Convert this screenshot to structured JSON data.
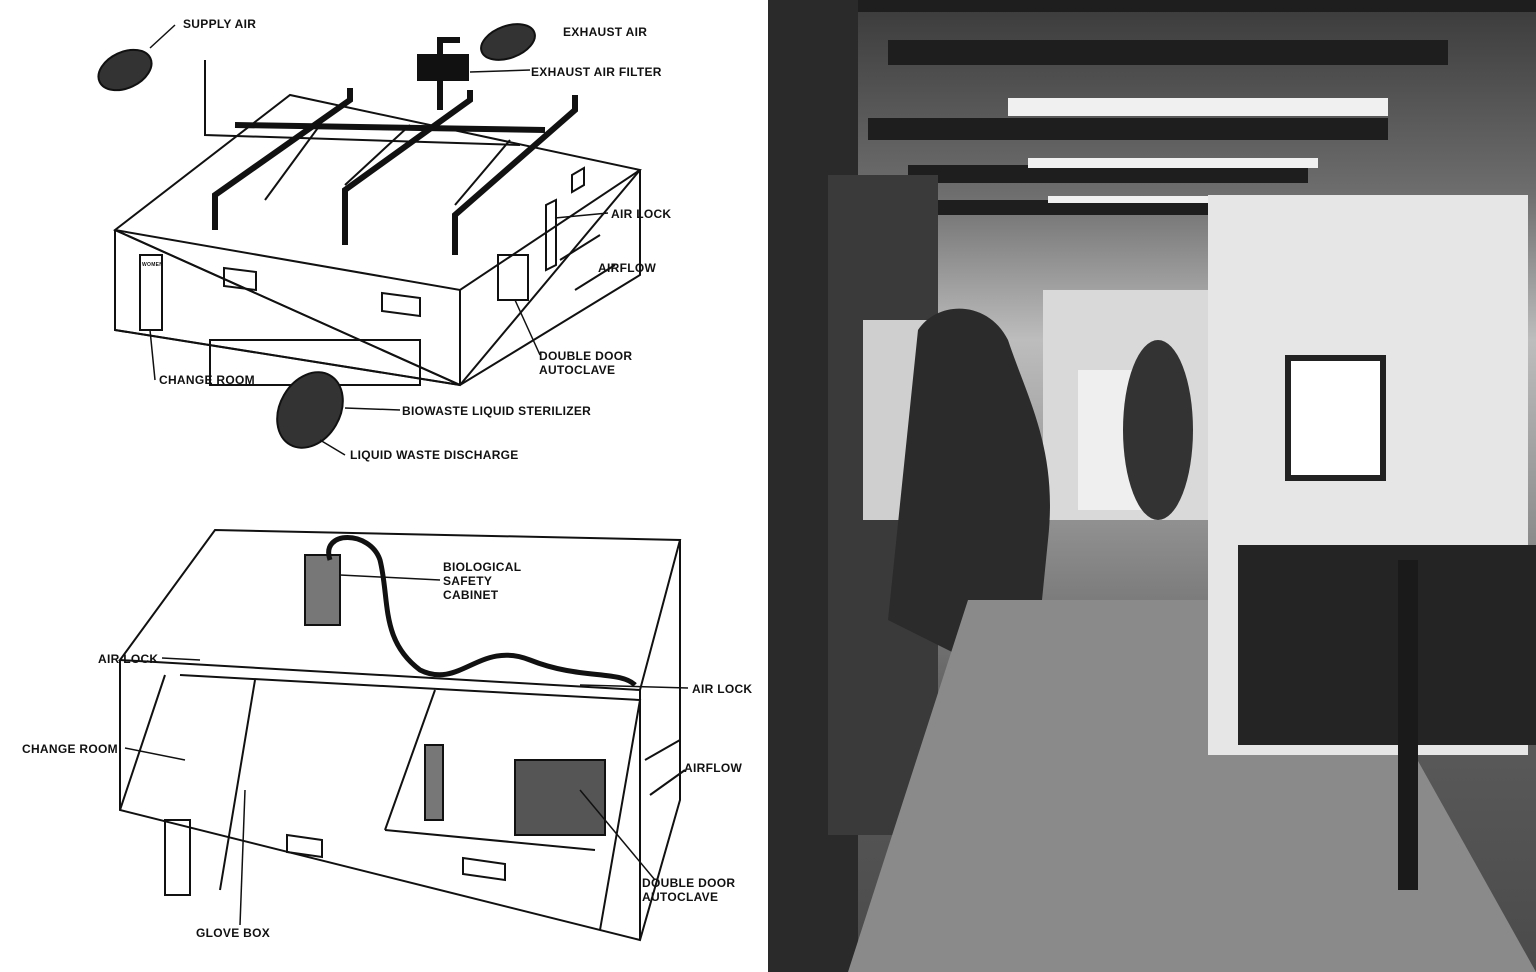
{
  "top_diagram": {
    "labels": {
      "supply_air": "SUPPLY AIR",
      "exhaust_air": "EXHAUST AIR",
      "exhaust_air_filter": "EXHAUST AIR FILTER",
      "air_lock": "AIR LOCK",
      "airflow": "AIRFLOW",
      "double_door_autoclave": "DOUBLE DOOR\nAUTOCLAVE",
      "change_room": "CHANGE ROOM",
      "biowaste_liquid_sterilizer": "BIOWASTE LIQUID STERILIZER",
      "liquid_waste_discharge": "LIQUID WASTE DISCHARGE"
    },
    "door_sign": "WOMEN"
  },
  "bottom_diagram": {
    "labels": {
      "biological_safety_cabinet": "BIOLOGICAL\nSAFETY\nCABINET",
      "air_lock_left": "AIR LOCK",
      "air_lock_right": "AIR LOCK",
      "change_room": "CHANGE ROOM",
      "airflow": "AIRFLOW",
      "double_door_autoclave": "DOUBLE DOOR\nAUTOCLAVE",
      "glove_box": "GLOVE BOX"
    }
  },
  "photo": {
    "subject": "laboratory-interior-photo"
  }
}
